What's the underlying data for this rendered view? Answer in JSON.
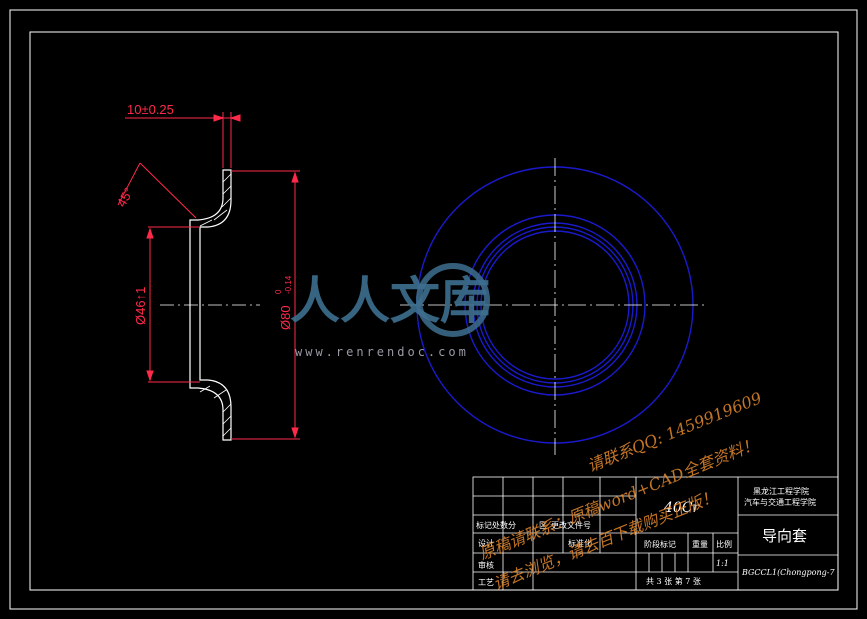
{
  "dimensions": {
    "thickness": "10±0.25",
    "chamfer": "45°",
    "inner_dia": "Ø46↑1",
    "outer_dia": "Ø80",
    "outer_tol_upper": "0",
    "outer_tol_lower": "-0.14"
  },
  "title_block": {
    "material": "40Cr",
    "school_line1": "黑龙江工程学院",
    "school_line2": "汽车与交通工程学院",
    "part_name": "导向套",
    "drawing_no": "BGCCL1(Chongpong-7",
    "scale_value": "1:1",
    "sheet_info": "共 3 张  第 7 张",
    "stage_label": "阶段标记",
    "weight_label": "重量",
    "scale_label": "比例",
    "mark_label": "标记处数分",
    "zone_label": "区",
    "file_label": "更改文件号",
    "design_label": "设计",
    "standard_label": "标准化",
    "review_label": "审核",
    "process_label": "工艺"
  },
  "watermark": {
    "logo_text": "人人文库",
    "url": "www.renrendoc.com",
    "line1": "原稿请联系：原稿word+CAD全套资料！",
    "line2": "请联系QQ: 1459919609",
    "line3": "请去浏览，请去百下载购买正版！"
  },
  "colors": {
    "background": "#000000",
    "outline": "#ffffff",
    "dimension": "#ff2a4a",
    "view_circles": "#1a1acc"
  }
}
